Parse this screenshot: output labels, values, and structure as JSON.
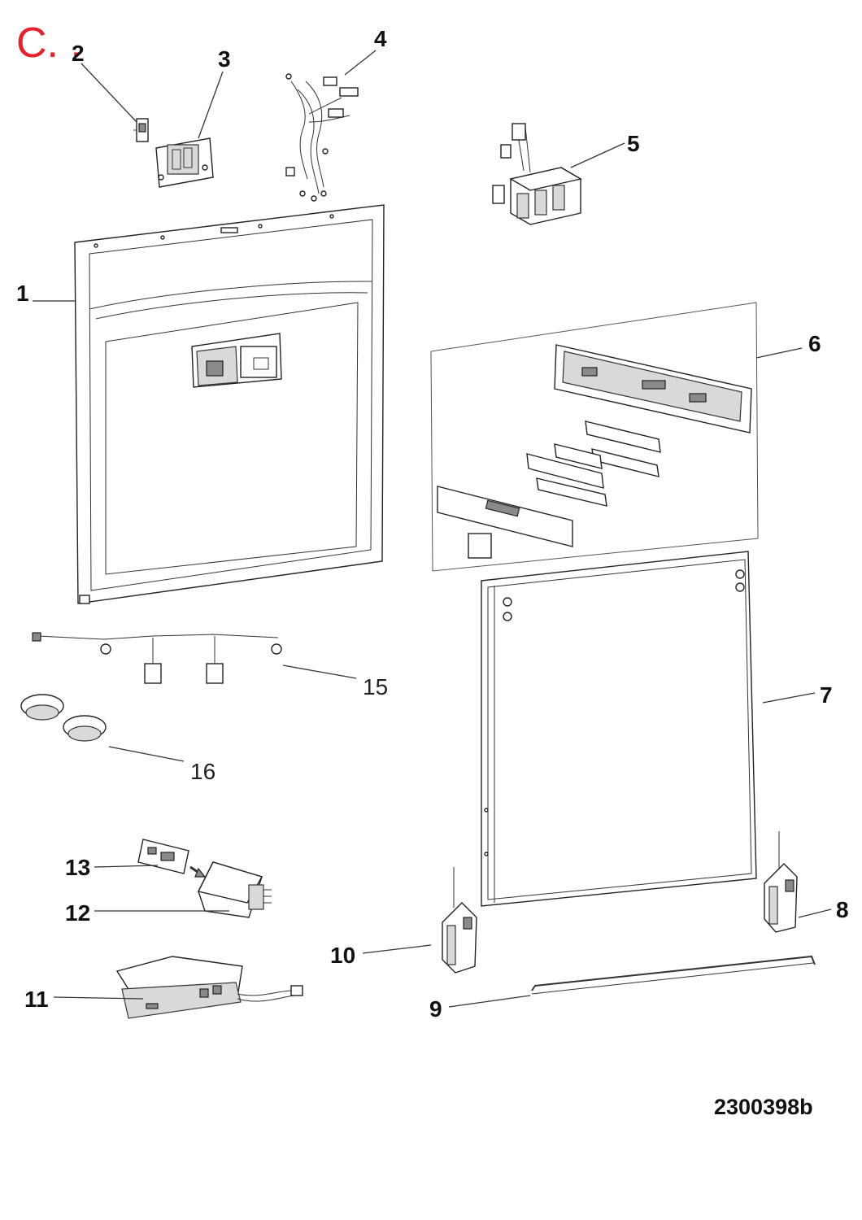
{
  "section_label": "C. .",
  "reference_code": "2300398b",
  "callouts": [
    {
      "id": "1",
      "label": "1",
      "style": "bold"
    },
    {
      "id": "2",
      "label": "2",
      "style": "bold"
    },
    {
      "id": "3",
      "label": "3",
      "style": "bold"
    },
    {
      "id": "4",
      "label": "4",
      "style": "bold"
    },
    {
      "id": "5",
      "label": "5",
      "style": "bold"
    },
    {
      "id": "6",
      "label": "6",
      "style": "bold"
    },
    {
      "id": "7",
      "label": "7",
      "style": "bold"
    },
    {
      "id": "8",
      "label": "8",
      "style": "bold"
    },
    {
      "id": "9",
      "label": "9",
      "style": "bold"
    },
    {
      "id": "10",
      "label": "10",
      "style": "bold"
    },
    {
      "id": "11",
      "label": "11",
      "style": "bold"
    },
    {
      "id": "12",
      "label": "12",
      "style": "bold"
    },
    {
      "id": "13",
      "label": "13",
      "style": "bold"
    },
    {
      "id": "15",
      "label": "15",
      "style": "light"
    },
    {
      "id": "16",
      "label": "16",
      "style": "light"
    }
  ],
  "colors": {
    "section_label": "#e8202a",
    "lines": "#333333",
    "background": "#ffffff"
  }
}
